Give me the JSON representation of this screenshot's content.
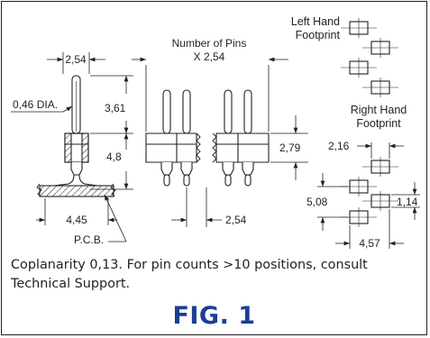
{
  "labels": {
    "left_footprint": [
      "Left Hand",
      "Footprint"
    ],
    "right_footprint": [
      "Right Hand",
      "Footprint"
    ],
    "number_of_pins": [
      "Number of Pins",
      "X 2,54"
    ],
    "pcb": "P.C.B."
  },
  "dimensions": {
    "pitch_top": "2,54",
    "pin_dia": "0,46 DIA.",
    "pin_above": "3,61",
    "body_height": "4,8",
    "width_bottom": "4,45",
    "pitch_bottom": "2,54",
    "insulator_height": "2,79",
    "fp_pad_width": "2,16",
    "fp_row_spacing": "5,08",
    "fp_pad_height": "1,14",
    "fp_total_width": "4,57"
  },
  "caption": "Coplanarity 0,13. For pin counts >10 positions, consult Technical Support.",
  "figure_label": "FIG. 1",
  "colors": {
    "line": "#231f20",
    "accent": "#1c3f94",
    "background": "#ffffff"
  }
}
